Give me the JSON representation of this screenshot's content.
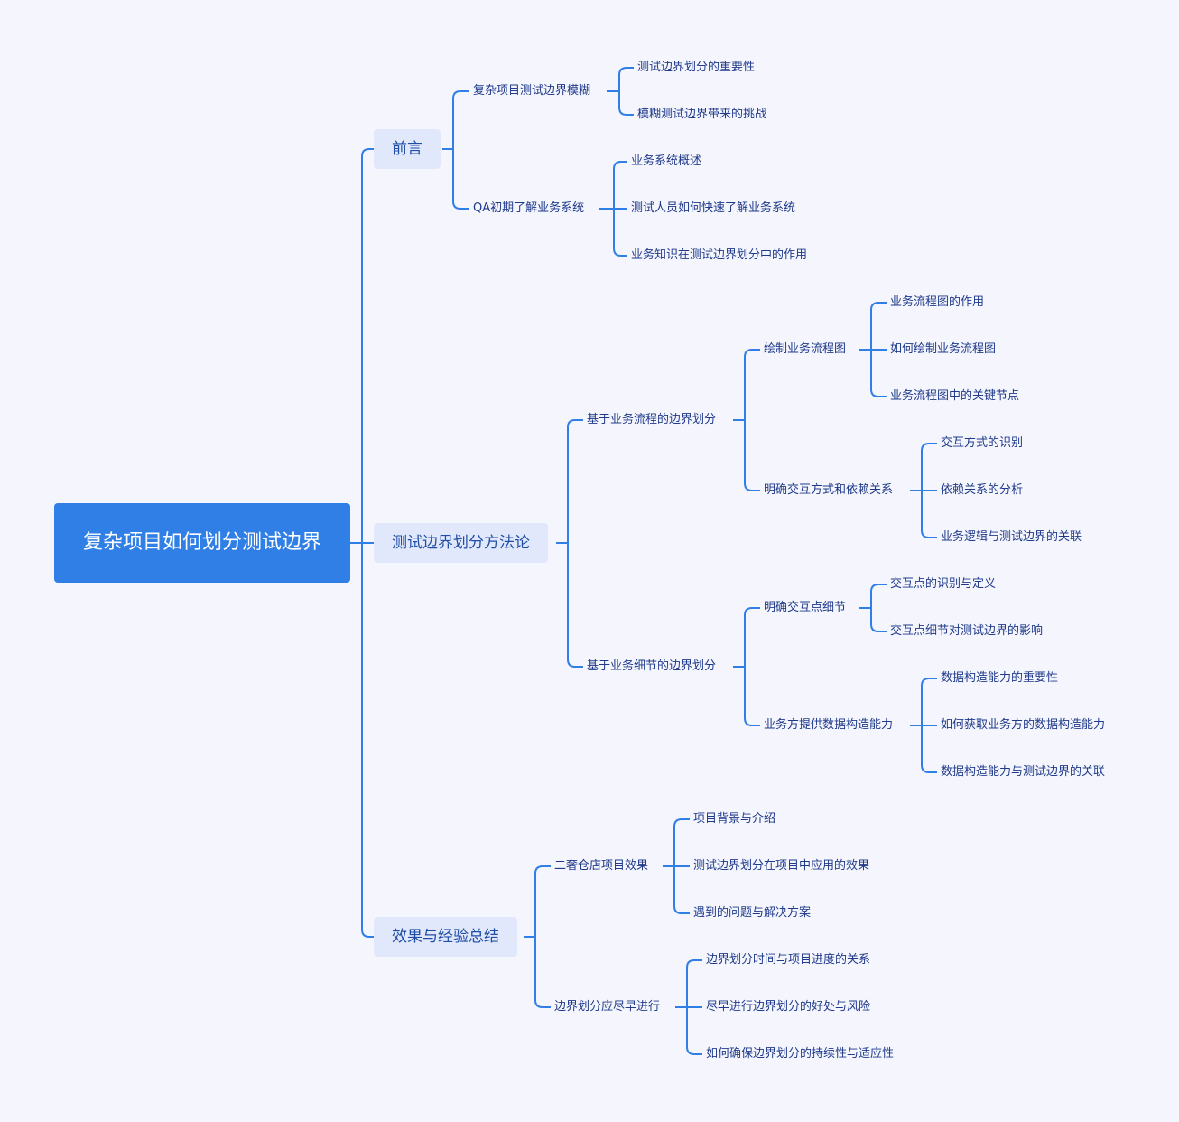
{
  "mindmap": {
    "root": "复杂项目如何划分测试边界",
    "branches": [
      {
        "label": "前言",
        "children": [
          {
            "label": "复杂项目测试边界模糊",
            "children": [
              {
                "label": "测试边界划分的重要性"
              },
              {
                "label": "模糊测试边界带来的挑战"
              }
            ]
          },
          {
            "label": "QA初期了解业务系统",
            "children": [
              {
                "label": "业务系统概述"
              },
              {
                "label": "测试人员如何快速了解业务系统"
              },
              {
                "label": "业务知识在测试边界划分中的作用"
              }
            ]
          }
        ]
      },
      {
        "label": "测试边界划分方法论",
        "children": [
          {
            "label": "基于业务流程的边界划分",
            "children": [
              {
                "label": "绘制业务流程图",
                "children": [
                  {
                    "label": "业务流程图的作用"
                  },
                  {
                    "label": "如何绘制业务流程图"
                  },
                  {
                    "label": "业务流程图中的关键节点"
                  }
                ]
              },
              {
                "label": "明确交互方式和依赖关系",
                "children": [
                  {
                    "label": "交互方式的识别"
                  },
                  {
                    "label": "依赖关系的分析"
                  },
                  {
                    "label": "业务逻辑与测试边界的关联"
                  }
                ]
              }
            ]
          },
          {
            "label": "基于业务细节的边界划分",
            "children": [
              {
                "label": "明确交互点细节",
                "children": [
                  {
                    "label": "交互点的识别与定义"
                  },
                  {
                    "label": "交互点细节对测试边界的影响"
                  }
                ]
              },
              {
                "label": "业务方提供数据构造能力",
                "children": [
                  {
                    "label": "数据构造能力的重要性"
                  },
                  {
                    "label": "如何获取业务方的数据构造能力"
                  },
                  {
                    "label": "数据构造能力与测试边界的关联"
                  }
                ]
              }
            ]
          }
        ]
      },
      {
        "label": "效果与经验总结",
        "children": [
          {
            "label": "二奢仓店项目效果",
            "children": [
              {
                "label": "项目背景与介绍"
              },
              {
                "label": "测试边界划分在项目中应用的效果"
              },
              {
                "label": "遇到的问题与解决方案"
              }
            ]
          },
          {
            "label": "边界划分应尽早进行",
            "children": [
              {
                "label": "边界划分时间与项目进度的关系"
              },
              {
                "label": "尽早进行边界划分的好处与风险"
              },
              {
                "label": "如何确保边界划分的持续性与适应性"
              }
            ]
          }
        ]
      }
    ]
  },
  "colors": {
    "background": "#f4f5fd",
    "root_fill": "#2f7fe6",
    "branch_fill": "#e2e8fb",
    "line": "#2f7fe6",
    "text": "#1f3a8a"
  }
}
